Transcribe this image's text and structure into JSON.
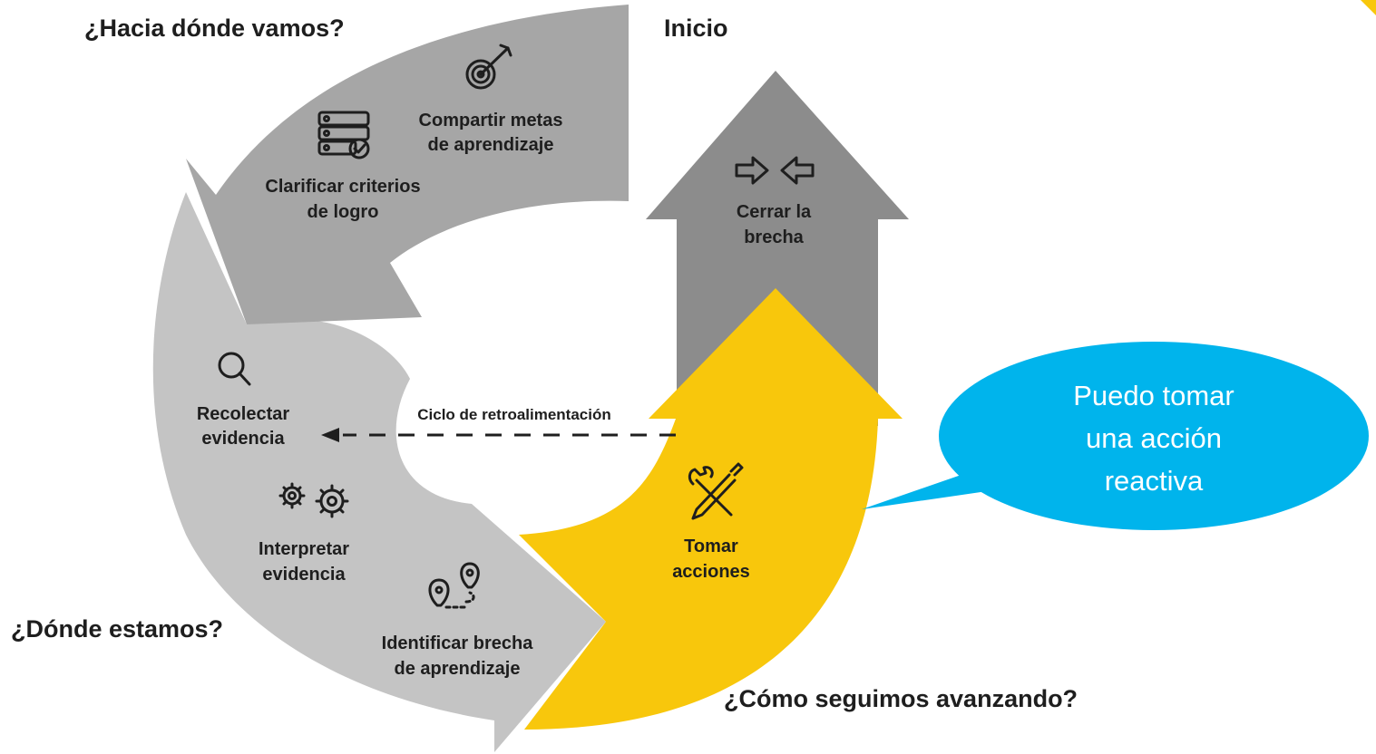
{
  "colors": {
    "arrow_top": "#a6a6a6",
    "arrow_left": "#c4c4c4",
    "arrow_up": "#8c8c8c",
    "arrow_yellow": "#f8c70c",
    "bubble": "#00b4ec",
    "text": "#1e1e1e"
  },
  "headings": {
    "top": "¿Hacia dónde vamos?",
    "start": "Inicio",
    "left": "¿Dónde estamos?",
    "bottom": "¿Cómo seguimos avanzando?"
  },
  "steps": {
    "share_goals": {
      "icon": "target-icon",
      "lines": [
        "Compartir metas",
        "de aprendizaje"
      ]
    },
    "clarify_criteria": {
      "icon": "checklist-icon",
      "lines": [
        "Clarificar criterios",
        "de logro"
      ]
    },
    "close_gap": {
      "icon": "converging-arrows-icon",
      "lines": [
        "Cerrar la",
        "brecha"
      ]
    },
    "collect_evidence": {
      "icon": "magnifier-icon",
      "lines": [
        "Recolectar",
        "evidencia"
      ]
    },
    "interpret_evidence": {
      "icon": "gears-icon",
      "lines": [
        "Interpretar",
        "evidencia"
      ]
    },
    "identify_gap": {
      "icon": "location-pins-icon",
      "lines": [
        "Identificar brecha",
        "de aprendizaje"
      ]
    },
    "take_actions": {
      "icon": "tools-icon",
      "lines": [
        "Tomar",
        "acciones"
      ]
    }
  },
  "feedback_loop": "Ciclo de retroalimentación",
  "bubble": {
    "lines": [
      "Puedo tomar",
      "una acción",
      "reactiva"
    ]
  }
}
